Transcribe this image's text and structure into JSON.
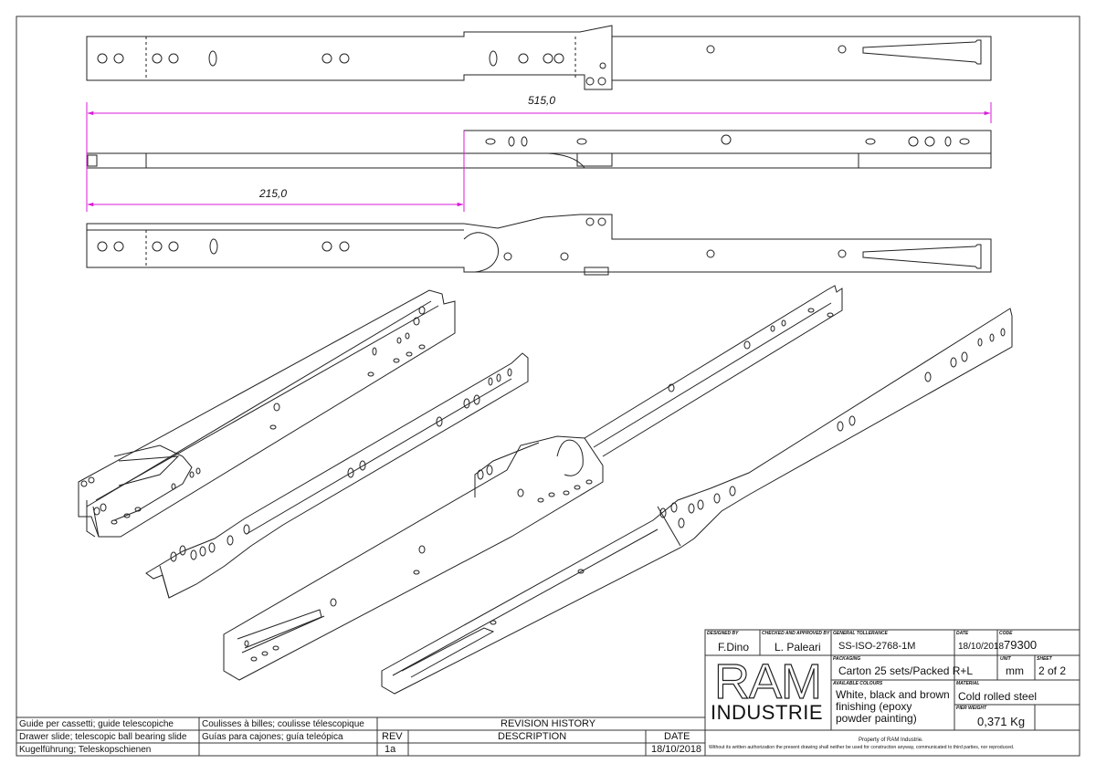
{
  "dimensions": {
    "overall_length": "515,0",
    "partial_length": "215,0"
  },
  "title_block": {
    "designed_by_label": "DESIGNED BY",
    "designed_by": "F.Dino",
    "checked_label": "CHECKED AND APPROVED BY",
    "checked_by": "L. Paleari",
    "tolerance_label": "GENERAL TOLLERANCE",
    "tolerance": "SS-ISO-2768-1M",
    "date_label": "DATE",
    "date": "18/10/2018",
    "code_label": "CODE",
    "code": "79300",
    "packaging_label": "PACKAGING",
    "packaging": "Carton 25 sets/Packed R+L",
    "unit_label": "UNIT",
    "unit": "mm",
    "sheet_label": "SHEET",
    "sheet": "2 of 2",
    "colours_label": "AVAILABLE COLOURS",
    "colours_line1": "White, black and brown",
    "colours_line2": "finishing (epoxy",
    "colours_line3": "powder painting)",
    "material_label": "MATERIAL",
    "material": "Cold rolled steel",
    "weight_label": "PIER WEIGHT",
    "weight": "0,371 Kg",
    "logo_top": "RAM",
    "logo_bottom": "INDUSTRIE",
    "property": "Property of RAM Industrie.",
    "disclaimer": "Without its written authorization the present drawing shall neither be used for construction anyway, communicated to third parties, nor reproduced."
  },
  "descriptions": [
    [
      "Guide per cassetti; guide telescopiche",
      "Coulisses à billes; coulisse télescopique"
    ],
    [
      "Drawer slide; telescopic ball bearing slide",
      "Guías para cajones; guía teleópica"
    ],
    [
      "Kugelführung; Teleskopschienen",
      ""
    ]
  ],
  "revision": {
    "title": "REVISION HISTORY",
    "col_rev": "REV",
    "col_desc": "DESCRIPTION",
    "col_date": "DATE",
    "rows": [
      {
        "rev": "1a",
        "desc": "",
        "date": "18/10/2018"
      }
    ]
  },
  "colors": {
    "line": "#222222",
    "dimension": "#d81ad8"
  }
}
